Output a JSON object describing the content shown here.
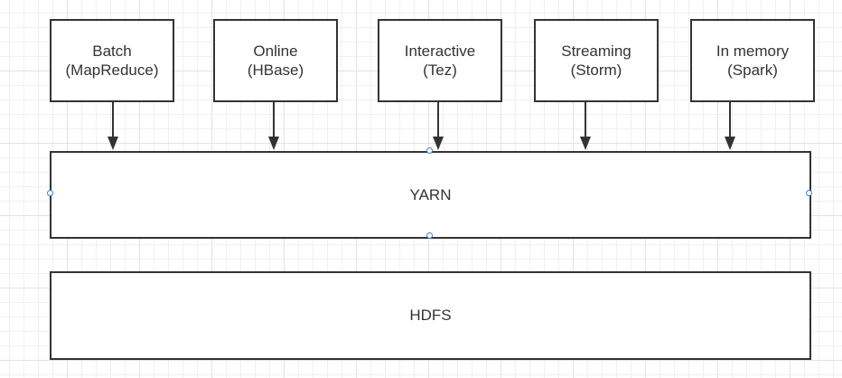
{
  "diagram": {
    "workloads": [
      {
        "line1": "Batch",
        "line2": "(MapReduce)"
      },
      {
        "line1": "Online",
        "line2": "(HBase)"
      },
      {
        "line1": "Interactive",
        "line2": "(Tez)"
      },
      {
        "line1": "Streaming",
        "line2": "(Storm)"
      },
      {
        "line1": "In memory",
        "line2": "(Spark)"
      }
    ],
    "resource_layer": "YARN",
    "storage_layer": "HDFS"
  },
  "colors": {
    "stroke": "#333333",
    "selection_handle": "#3a7fd5",
    "grid": "#e3e3e3"
  }
}
